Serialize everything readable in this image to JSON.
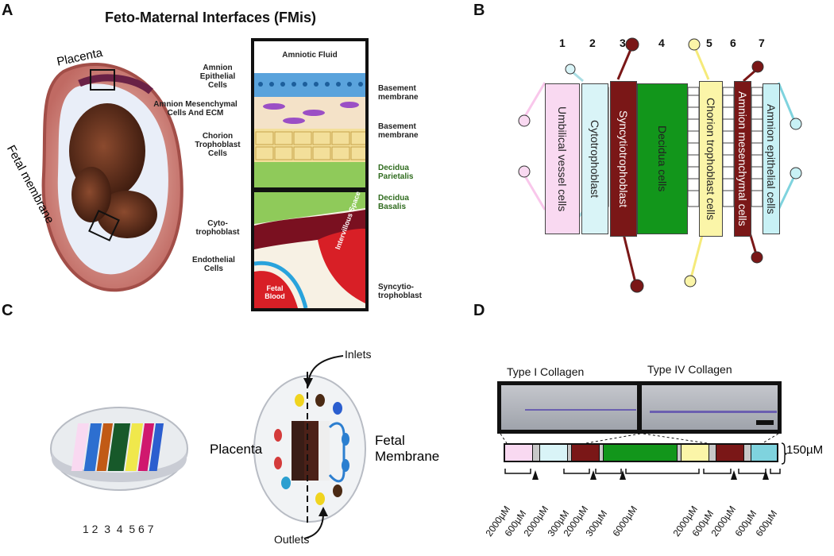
{
  "panels": {
    "a": {
      "letter": "A",
      "title": "Feto-Maternal Interfaces (FMis)",
      "placenta": "Placenta",
      "fetal_membrane": "Fetal membrane",
      "amniotic_fluid": "Amniotic Fluid",
      "left_labels": [
        "Amnion Epithelial Cells",
        "Amnion Mesenchymal Cells And ECM",
        "Chorion Trophoblast Cells",
        "Cyto-trophoblast",
        "Endothelial Cells"
      ],
      "right_labels": [
        "Basement membrane",
        "Basement membrane",
        "Decidua Parietalis",
        "Decidua Basalis",
        "Syncytio-trophoblast"
      ],
      "intervillous": "Intervillous Space",
      "fetal_blood": "Fetal Blood"
    },
    "b": {
      "letter": "B",
      "numbers": [
        "1",
        "2",
        "3",
        "4",
        "5",
        "6",
        "7"
      ],
      "channels": [
        "Umbilical vessel cells",
        "Cytotrophoblast",
        "Syncytiotrophoblast",
        "Decidua cells",
        "Chorion trophoblast cells",
        "Amnion mesenchymal cells",
        "Amnion epithelial cells"
      ],
      "colors": [
        "#f9d9f1",
        "#d9f4f7",
        "#7a1717",
        "#12961b",
        "#fbf5a8",
        "#7a1717",
        "#c8f1f5"
      ]
    },
    "c": {
      "letter": "C",
      "numbers": "1 2  3  4  5 6 7",
      "inlets": "Inlets",
      "outlets": "Outlets",
      "placenta": "Placenta",
      "fetal_membrane": "Fetal Membrane"
    },
    "d": {
      "letter": "D",
      "type1": "Type I Collagen",
      "type4": "Type IV Collagen",
      "height": "150µM",
      "measures": [
        "2000µM",
        "600µM",
        "2000µM",
        "300µM",
        "2000µM",
        "300µM",
        "6000µM",
        "2000µM",
        "600µM",
        "2000µM",
        "600µM",
        "600µM"
      ]
    }
  }
}
